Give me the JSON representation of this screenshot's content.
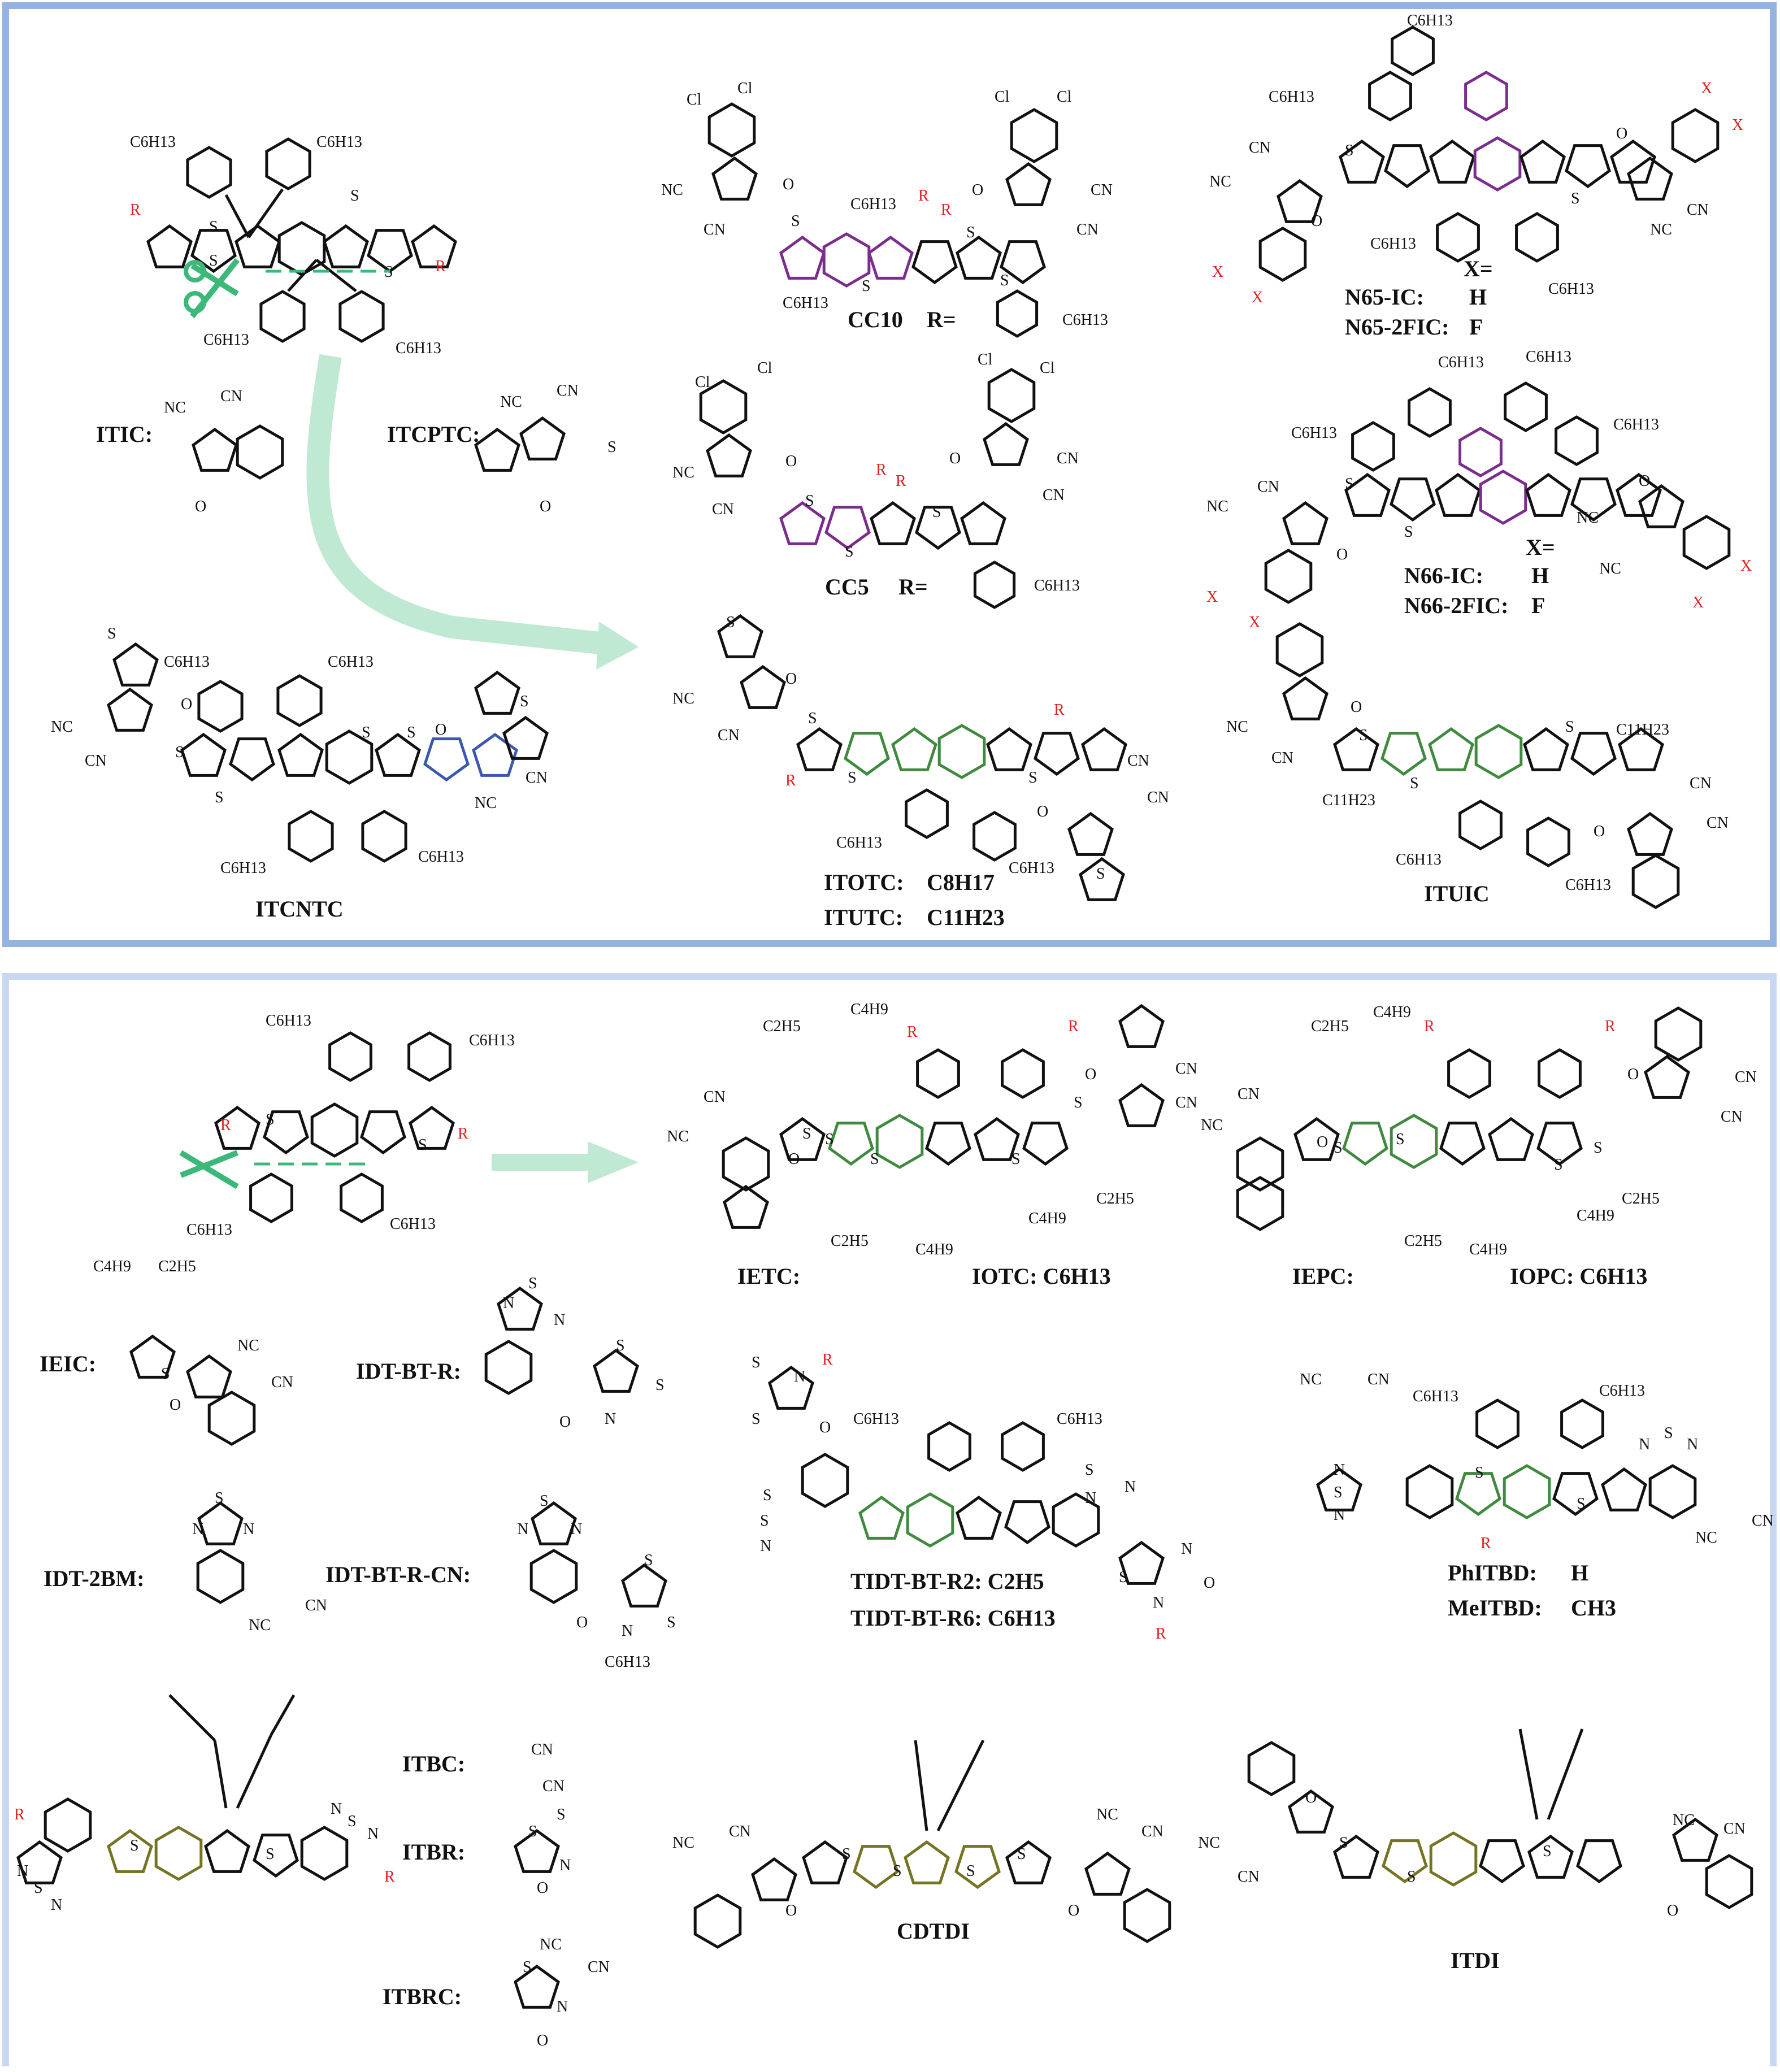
{
  "colors": {
    "bond": "#111111",
    "purple": "#7b2d8e",
    "green": "#3f8a3f",
    "blue": "#3a58b0",
    "olive": "#747422",
    "red": "#e02020",
    "arrow": "#bfe9d2",
    "scissors": "#3cb878",
    "panel_top_border": "#94b2e2",
    "panel_bottom_border": "#c9d8f2"
  },
  "icons": {
    "cut": "scissors-icon",
    "transform": "arrow-icon"
  },
  "top_panel": {
    "labels": {
      "itic": "ITIC:",
      "itcptc": "ITCPTC:",
      "itcntc": "ITCNTC",
      "cc10": "CC10",
      "cc10_r": "R=",
      "cc5": "CC5",
      "cc5_r": "R=",
      "n65_x": "X=",
      "n65_ic": "N65-IC:",
      "n65_ic_x": "H",
      "n65_2fic": "N65-2FIC:",
      "n65_2fic_x": "F",
      "n66_x": "X=",
      "n66_ic": "N66-IC:",
      "n66_ic_x": "H",
      "n66_2fic": "N66-2FIC:",
      "n66_2fic_x": "F",
      "itotc": "ITOTC:",
      "itotc_r": "C8H17",
      "itutc": "ITUTC:",
      "itutc_r": "C11H23",
      "ituic": "ITUIC"
    }
  },
  "bottom_panel": {
    "labels": {
      "ietc": "IETC:",
      "iotc": "IOTC: C6H13",
      "iepc": "IEPC:",
      "iopc": "IOPC: C6H13",
      "ieic": "IEIC:",
      "idt_bt_r": "IDT-BT-R:",
      "idt_2bm": "IDT-2BM:",
      "idt_bt_r_cn": "IDT-BT-R-CN:",
      "tidt_bt_r2": "TIDT-BT-R2: C2H5",
      "tidt_bt_r6": "TIDT-BT-R6: C6H13",
      "phitbd": "PhITBD:",
      "phitbd_r": "H",
      "meitbd": "MeITBD:",
      "meitbd_r": "CH3",
      "itbc": "ITBC:",
      "itbr": "ITBR:",
      "itbrc": "ITBRC:",
      "cdtdi": "CDTDI",
      "itdi": "ITDI"
    }
  },
  "atom_labels": {
    "itic_core": [
      "C6H13",
      "C6H13",
      "R",
      "S",
      "S",
      "S",
      "S",
      "R",
      "C6H13",
      "C6H13"
    ],
    "itic_end": [
      "NC",
      "CN",
      "O"
    ],
    "itcptc_end": [
      "NC",
      "CN",
      "S",
      "O"
    ],
    "itcntc": [
      "S",
      "C6H13",
      "C6H13",
      "O",
      "NC",
      "CN",
      "S",
      "S",
      "S",
      "S",
      "O",
      "S",
      "CN",
      "NC",
      "C6H13",
      "C6H13"
    ],
    "cc10": [
      "Cl",
      "Cl",
      "Cl",
      "Cl",
      "O",
      "O",
      "NC",
      "CN",
      "CN",
      "CN",
      "C6H13",
      "R",
      "R",
      "S",
      "S",
      "S",
      "S",
      "C6H13",
      "C6H13"
    ],
    "cc5": [
      "Cl",
      "Cl",
      "Cl",
      "Cl",
      "O",
      "O",
      "NC",
      "CN",
      "CN",
      "CN",
      "R",
      "R",
      "S",
      "S",
      "S",
      "C6H13"
    ],
    "n65": [
      "C6H13",
      "C6H13",
      "X",
      "X",
      "O",
      "CN",
      "NC",
      "S",
      "S",
      "O",
      "NC",
      "CN",
      "X",
      "X",
      "C6H13",
      "C6H13"
    ],
    "n66": [
      "C6H13",
      "C6H13",
      "C6H13",
      "C6H13",
      "CN",
      "NC",
      "S",
      "S",
      "O",
      "O",
      "NC",
      "NC",
      "X",
      "X",
      "X",
      "X"
    ],
    "itotc": [
      "S",
      "O",
      "NC",
      "CN",
      "S",
      "S",
      "R",
      "R",
      "S",
      "CN",
      "CN",
      "O",
      "S",
      "C6H13",
      "C6H13"
    ],
    "ituic": [
      "O",
      "NC",
      "CN",
      "S",
      "S",
      "C11H23",
      "C11H23",
      "S",
      "CN",
      "CN",
      "O",
      "C6H13",
      "C6H13"
    ],
    "idt_bottom": [
      "C6H13",
      "C6H13",
      "R",
      "S",
      "S",
      "R",
      "C6H13",
      "C6H13"
    ],
    "ietc": [
      "C2H5",
      "C4H9",
      "R",
      "R",
      "S",
      "CN",
      "NC",
      "O",
      "S",
      "S",
      "S",
      "S",
      "O",
      "CN",
      "CN",
      "C4H9",
      "C2H5",
      "C2H5",
      "C4H9"
    ],
    "iepc": [
      "C2H5",
      "C4H9",
      "R",
      "R",
      "CN",
      "NC",
      "O",
      "S",
      "S",
      "S",
      "S",
      "O",
      "CN",
      "CN",
      "C4H9",
      "C2H5",
      "C2H5",
      "C4H9"
    ],
    "ieic": [
      "C4H9",
      "C2H5",
      "S",
      "NC",
      "CN",
      "O"
    ],
    "idt_bt_r": [
      "S",
      "N",
      "N",
      "S",
      "S",
      "O",
      "N"
    ],
    "idt_2bm": [
      "S",
      "N",
      "N",
      "NC",
      "CN"
    ],
    "idt_bt_r_cn": [
      "S",
      "N",
      "N",
      "S",
      "S",
      "O",
      "N",
      "C6H13"
    ],
    "tidt_bt": [
      "S",
      "N",
      "R",
      "O",
      "S",
      "C6H13",
      "C6H13",
      "S",
      "N",
      "N",
      "S",
      "S",
      "N",
      "N",
      "S",
      "O",
      "N",
      "R"
    ],
    "phitbd": [
      "NC",
      "CN",
      "C6H13",
      "C6H13",
      "N",
      "S",
      "N",
      "S",
      "R",
      "S",
      "N",
      "S",
      "N",
      "NC",
      "CN"
    ],
    "itb_core": [
      "R",
      "N",
      "S",
      "N",
      "S",
      "S",
      "N",
      "S",
      "N",
      "R"
    ],
    "itbc_end": [
      "CN",
      "CN"
    ],
    "itbr_end": [
      "S",
      "S",
      "N",
      "O"
    ],
    "itbrc_end": [
      "NC",
      "CN",
      "S",
      "N",
      "O"
    ],
    "cdtdi": [
      "NC",
      "CN",
      "S",
      "S",
      "S",
      "S",
      "NC",
      "CN",
      "O",
      "O"
    ],
    "itdi": [
      "O",
      "NC",
      "CN",
      "S",
      "S",
      "S",
      "NC",
      "CN",
      "O"
    ]
  }
}
